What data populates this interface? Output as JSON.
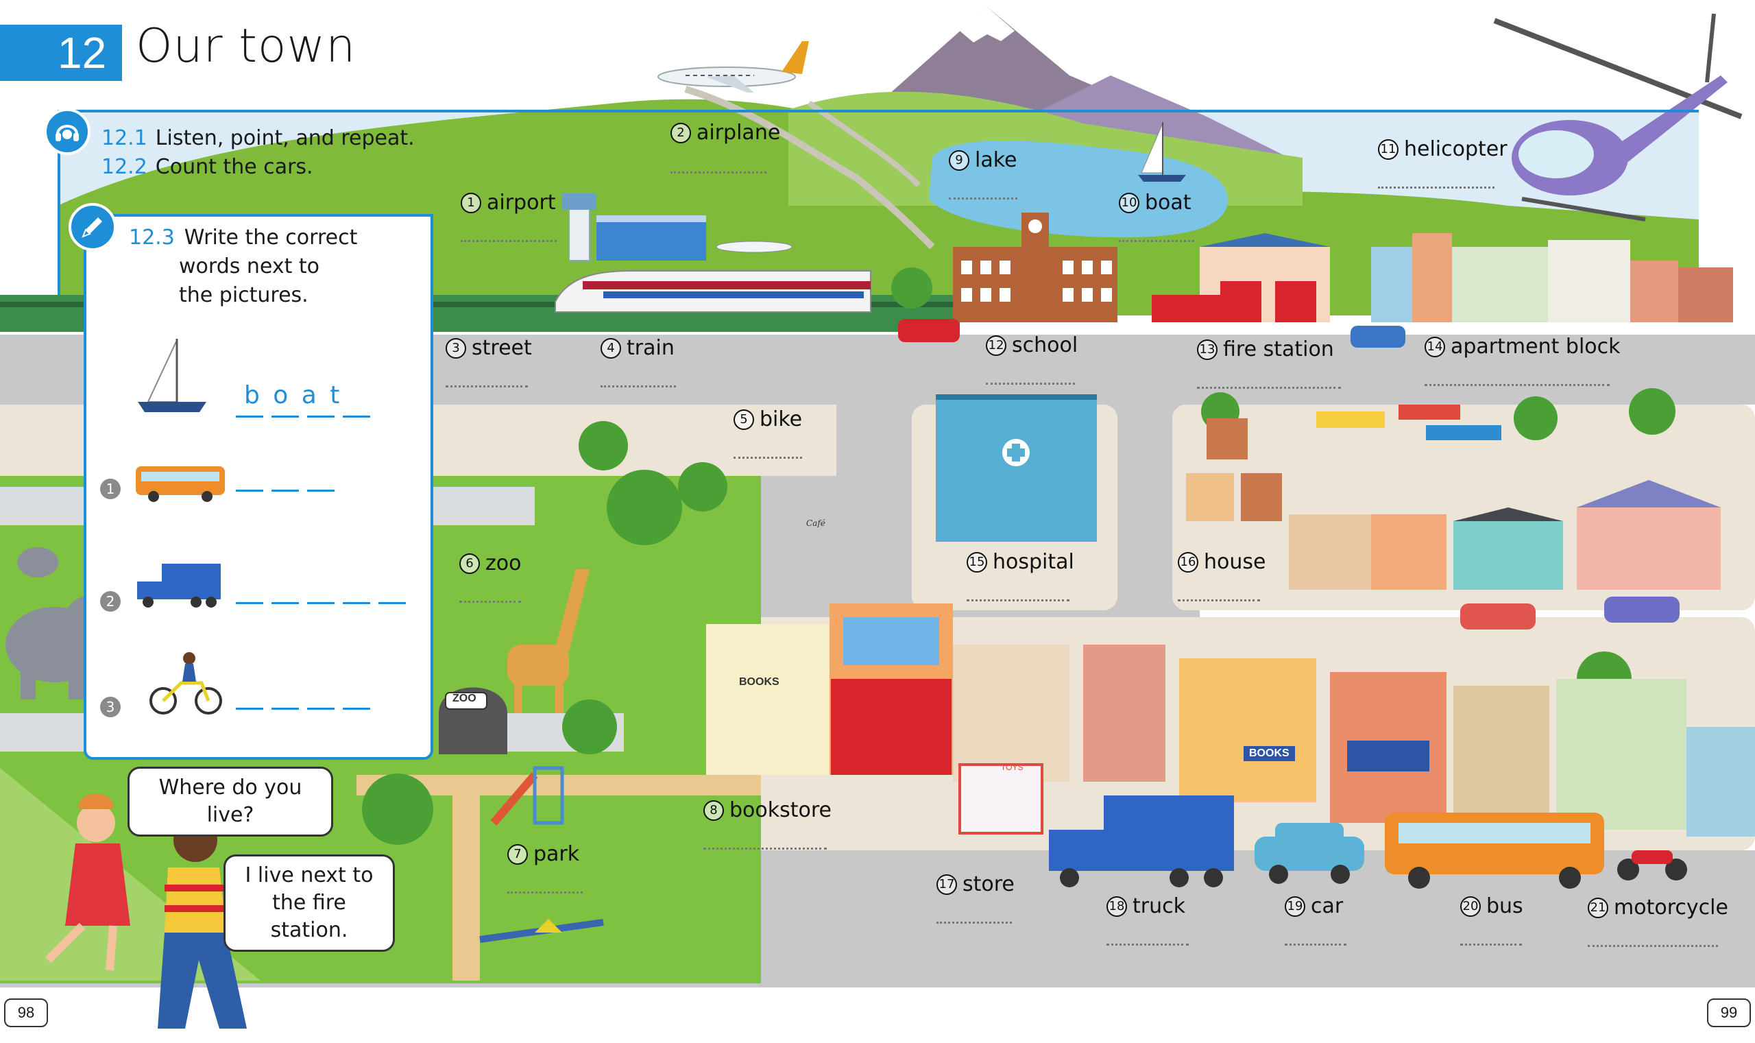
{
  "header": {
    "unit_number": "12",
    "title": "Our town"
  },
  "tasks": {
    "t1_num": "12.1",
    "t1_text": "Listen, point, and repeat.",
    "t2_num": "12.2",
    "t2_text": "Count the cars.",
    "t3_num": "12.3",
    "t3_lines": [
      "Write the correct",
      "words next to",
      "the pictures."
    ]
  },
  "exercise": {
    "example_answer": "boat",
    "items": [
      {
        "number": "1",
        "picture": "bus-icon",
        "blanks": 3
      },
      {
        "number": "2",
        "picture": "truck-icon",
        "blanks": 5
      },
      {
        "number": "3",
        "picture": "bike-icon",
        "blanks": 4
      }
    ]
  },
  "vocab": [
    {
      "n": "1",
      "word": "airport"
    },
    {
      "n": "2",
      "word": "airplane"
    },
    {
      "n": "3",
      "word": "street"
    },
    {
      "n": "4",
      "word": "train"
    },
    {
      "n": "5",
      "word": "bike"
    },
    {
      "n": "6",
      "word": "zoo"
    },
    {
      "n": "7",
      "word": "park"
    },
    {
      "n": "8",
      "word": "bookstore"
    },
    {
      "n": "9",
      "word": "lake"
    },
    {
      "n": "10",
      "word": "boat"
    },
    {
      "n": "11",
      "word": "helicopter"
    },
    {
      "n": "12",
      "word": "school"
    },
    {
      "n": "13",
      "word": "fire station"
    },
    {
      "n": "14",
      "word": "apartment block"
    },
    {
      "n": "15",
      "word": "hospital"
    },
    {
      "n": "16",
      "word": "house"
    },
    {
      "n": "17",
      "word": "store"
    },
    {
      "n": "18",
      "word": "truck"
    },
    {
      "n": "19",
      "word": "car"
    },
    {
      "n": "20",
      "word": "bus"
    },
    {
      "n": "21",
      "word": "motorcycle"
    }
  ],
  "signs": {
    "books": "BOOKS",
    "zoo": "ZOO",
    "toys": "TOYS",
    "cafe": "Café"
  },
  "dialogue": {
    "q": "Where do you live?",
    "a1": "I live next to",
    "a2": "the fire station."
  },
  "pages": {
    "left": "98",
    "right": "99"
  },
  "colors": {
    "accent": "#1e8fd6",
    "grass": "#8cc63f",
    "road": "#c8c8c8",
    "pavement": "#ece4d6"
  }
}
